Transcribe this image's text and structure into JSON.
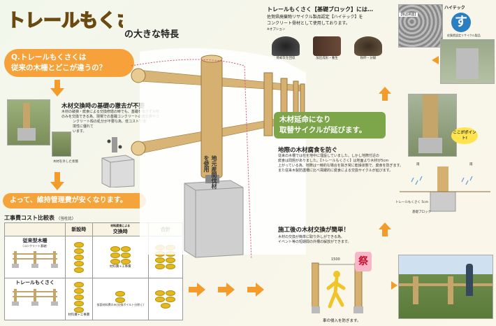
{
  "title": {
    "logo_text": "トレールもくさく",
    "rest": "の大きな特長"
  },
  "question": {
    "line1": "Q.トレールもくさくは",
    "line2": "従来の木柵とどこが違うの？"
  },
  "foundation": {
    "heading": "木材交換時の基礎の撤去が不要",
    "body": [
      "木材の破損・腐食による交換修繕の時でも、基礎を壊さず木材",
      "のみを交換できる為、現場での基礎コンクリートの撤去費やコ",
      "ンクリート殻の処分が不要な為、低コストで環",
      "境性に優れて",
      "います。"
    ],
    "diagram_label": "木材を外した状態"
  },
  "conclusion": "よって、維持管理費が安くなります。",
  "cost_table": {
    "title": "工事費コスト比較表",
    "subtitle": "（当社比）",
    "col_new": "新設時",
    "col_exchange_small": "材料腐食による",
    "col_exchange": "交換時",
    "col_total": "合計",
    "row1_name": "従来型木柵",
    "row1_sub": "（コンクリート基礎）",
    "row1_exchange_note": "材料費+工事費",
    "row2_name": "トレールもくさく",
    "row2_new_note": "材料費+工事費",
    "row2_exchange_note": "仮設材料費のみ(交換ボイルト分除く)"
  },
  "pole_label": {
    "line1": "地元産間伐材",
    "line2": "を使用"
  },
  "recycle": {
    "heading": "トレールもくさく【基礎ブロック】には…",
    "body1": "佐賀県廃棄物リサイクル製品認定【ハイテック】を",
    "body2": "コンクリート骨材として使用しております。",
    "option": "※オプション",
    "items": [
      "焼却灰を回収",
      "加圧成形・養生",
      "粉砕・分級"
    ],
    "hitech_label": "ハイテック",
    "photo_caption": "【製品断面】",
    "logo_caption": "佐賀県認定リサイクル製品"
  },
  "callout": {
    "line1": "木材延命になり",
    "line2": "取替サイクルが延びます。"
  },
  "rot": {
    "heading": "地際の木材腐食を防ぐ",
    "body": [
      "従来の木柵では柱を地中に埋設していました。しかし地際付近の",
      "腐食は問題がありました。【トレールもくさく】は地面より木材が5cm",
      "上がっている為、地際は一時的な場合を除き常に乾燥状態で、腐食を防ぎます。",
      "また従来木製防護柵に比べ飛躍的に腐食による交換サイクルが延びます。"
    ],
    "badge": "ここがポイント!",
    "diag_rain1": "雨",
    "diag_rain2": "雨",
    "diag_label1": "トレールもくさく 5cm",
    "diag_label2": "基礎ブロック"
  },
  "exchange": {
    "heading": "施工後の木材交換が簡単！",
    "body": [
      "木材の交換が簡単に取り外しができる為、",
      "イベント等の短期間の外柵の解放ができます。"
    ],
    "dimension": "1500",
    "festival": "祭",
    "caption": "車の侵入を防ぎます。"
  },
  "colors": {
    "accent": "#f39c2b",
    "green": "#7da64b",
    "wood": "#d8b477",
    "concrete": "#c9c9c9"
  }
}
